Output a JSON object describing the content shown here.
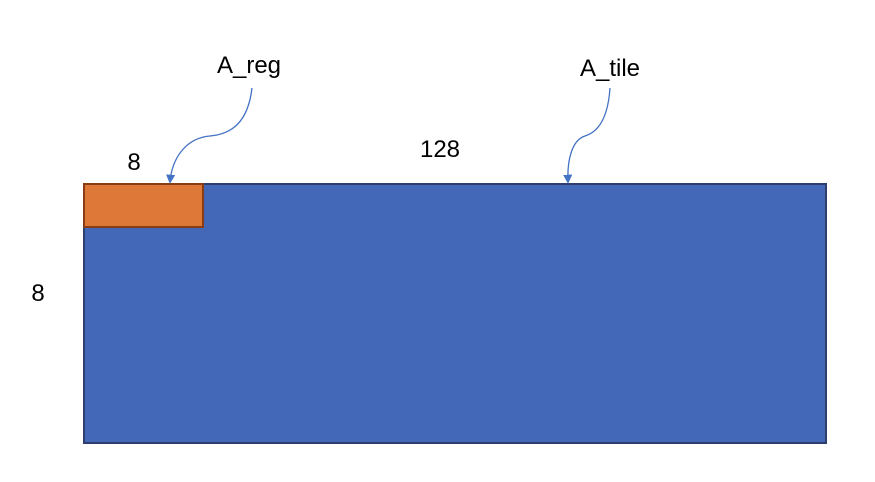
{
  "colors": {
    "background": "#ffffff",
    "tile_fill": "#4468b8",
    "tile_stroke": "#2e3f6e",
    "reg_fill": "#dd7838",
    "reg_stroke": "#8a3c12",
    "arrow": "#4472c4"
  },
  "labels": {
    "a_reg": "A_reg",
    "a_tile": "A_tile",
    "reg_width": "8",
    "tile_width": "128",
    "tile_height": "8"
  }
}
